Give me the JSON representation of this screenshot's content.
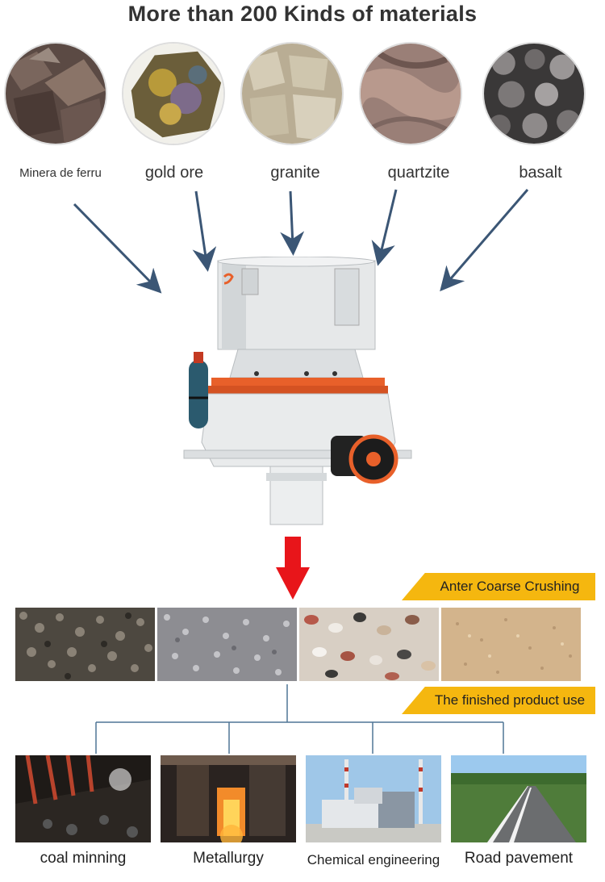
{
  "title": "More than 200 Kinds of materials",
  "materials": [
    {
      "label": "Minera de ferru",
      "icon": "iron-ore-image"
    },
    {
      "label": "gold ore",
      "icon": "gold-ore-image"
    },
    {
      "label": "granite",
      "icon": "granite-image"
    },
    {
      "label": "quartzite",
      "icon": "quartzite-image"
    },
    {
      "label": "basalt",
      "icon": "basalt-image"
    }
  ],
  "banners": {
    "coarse": "Anter Coarse Crushing",
    "finished": "The finished product use"
  },
  "uses": [
    {
      "label": "coal minning",
      "icon": "coal-mining-image"
    },
    {
      "label": "Metallurgy",
      "icon": "metallurgy-image"
    },
    {
      "label": "Chemical engineering",
      "icon": "chemical-plant-image"
    },
    {
      "label": "Road pavement",
      "icon": "road-image"
    }
  ],
  "colors": {
    "arrow": "#3b5675",
    "down_arrow": "#e8151a",
    "banner": "#f5b70f",
    "machine_accent": "#e8602a",
    "tree_line": "#4f7596"
  }
}
